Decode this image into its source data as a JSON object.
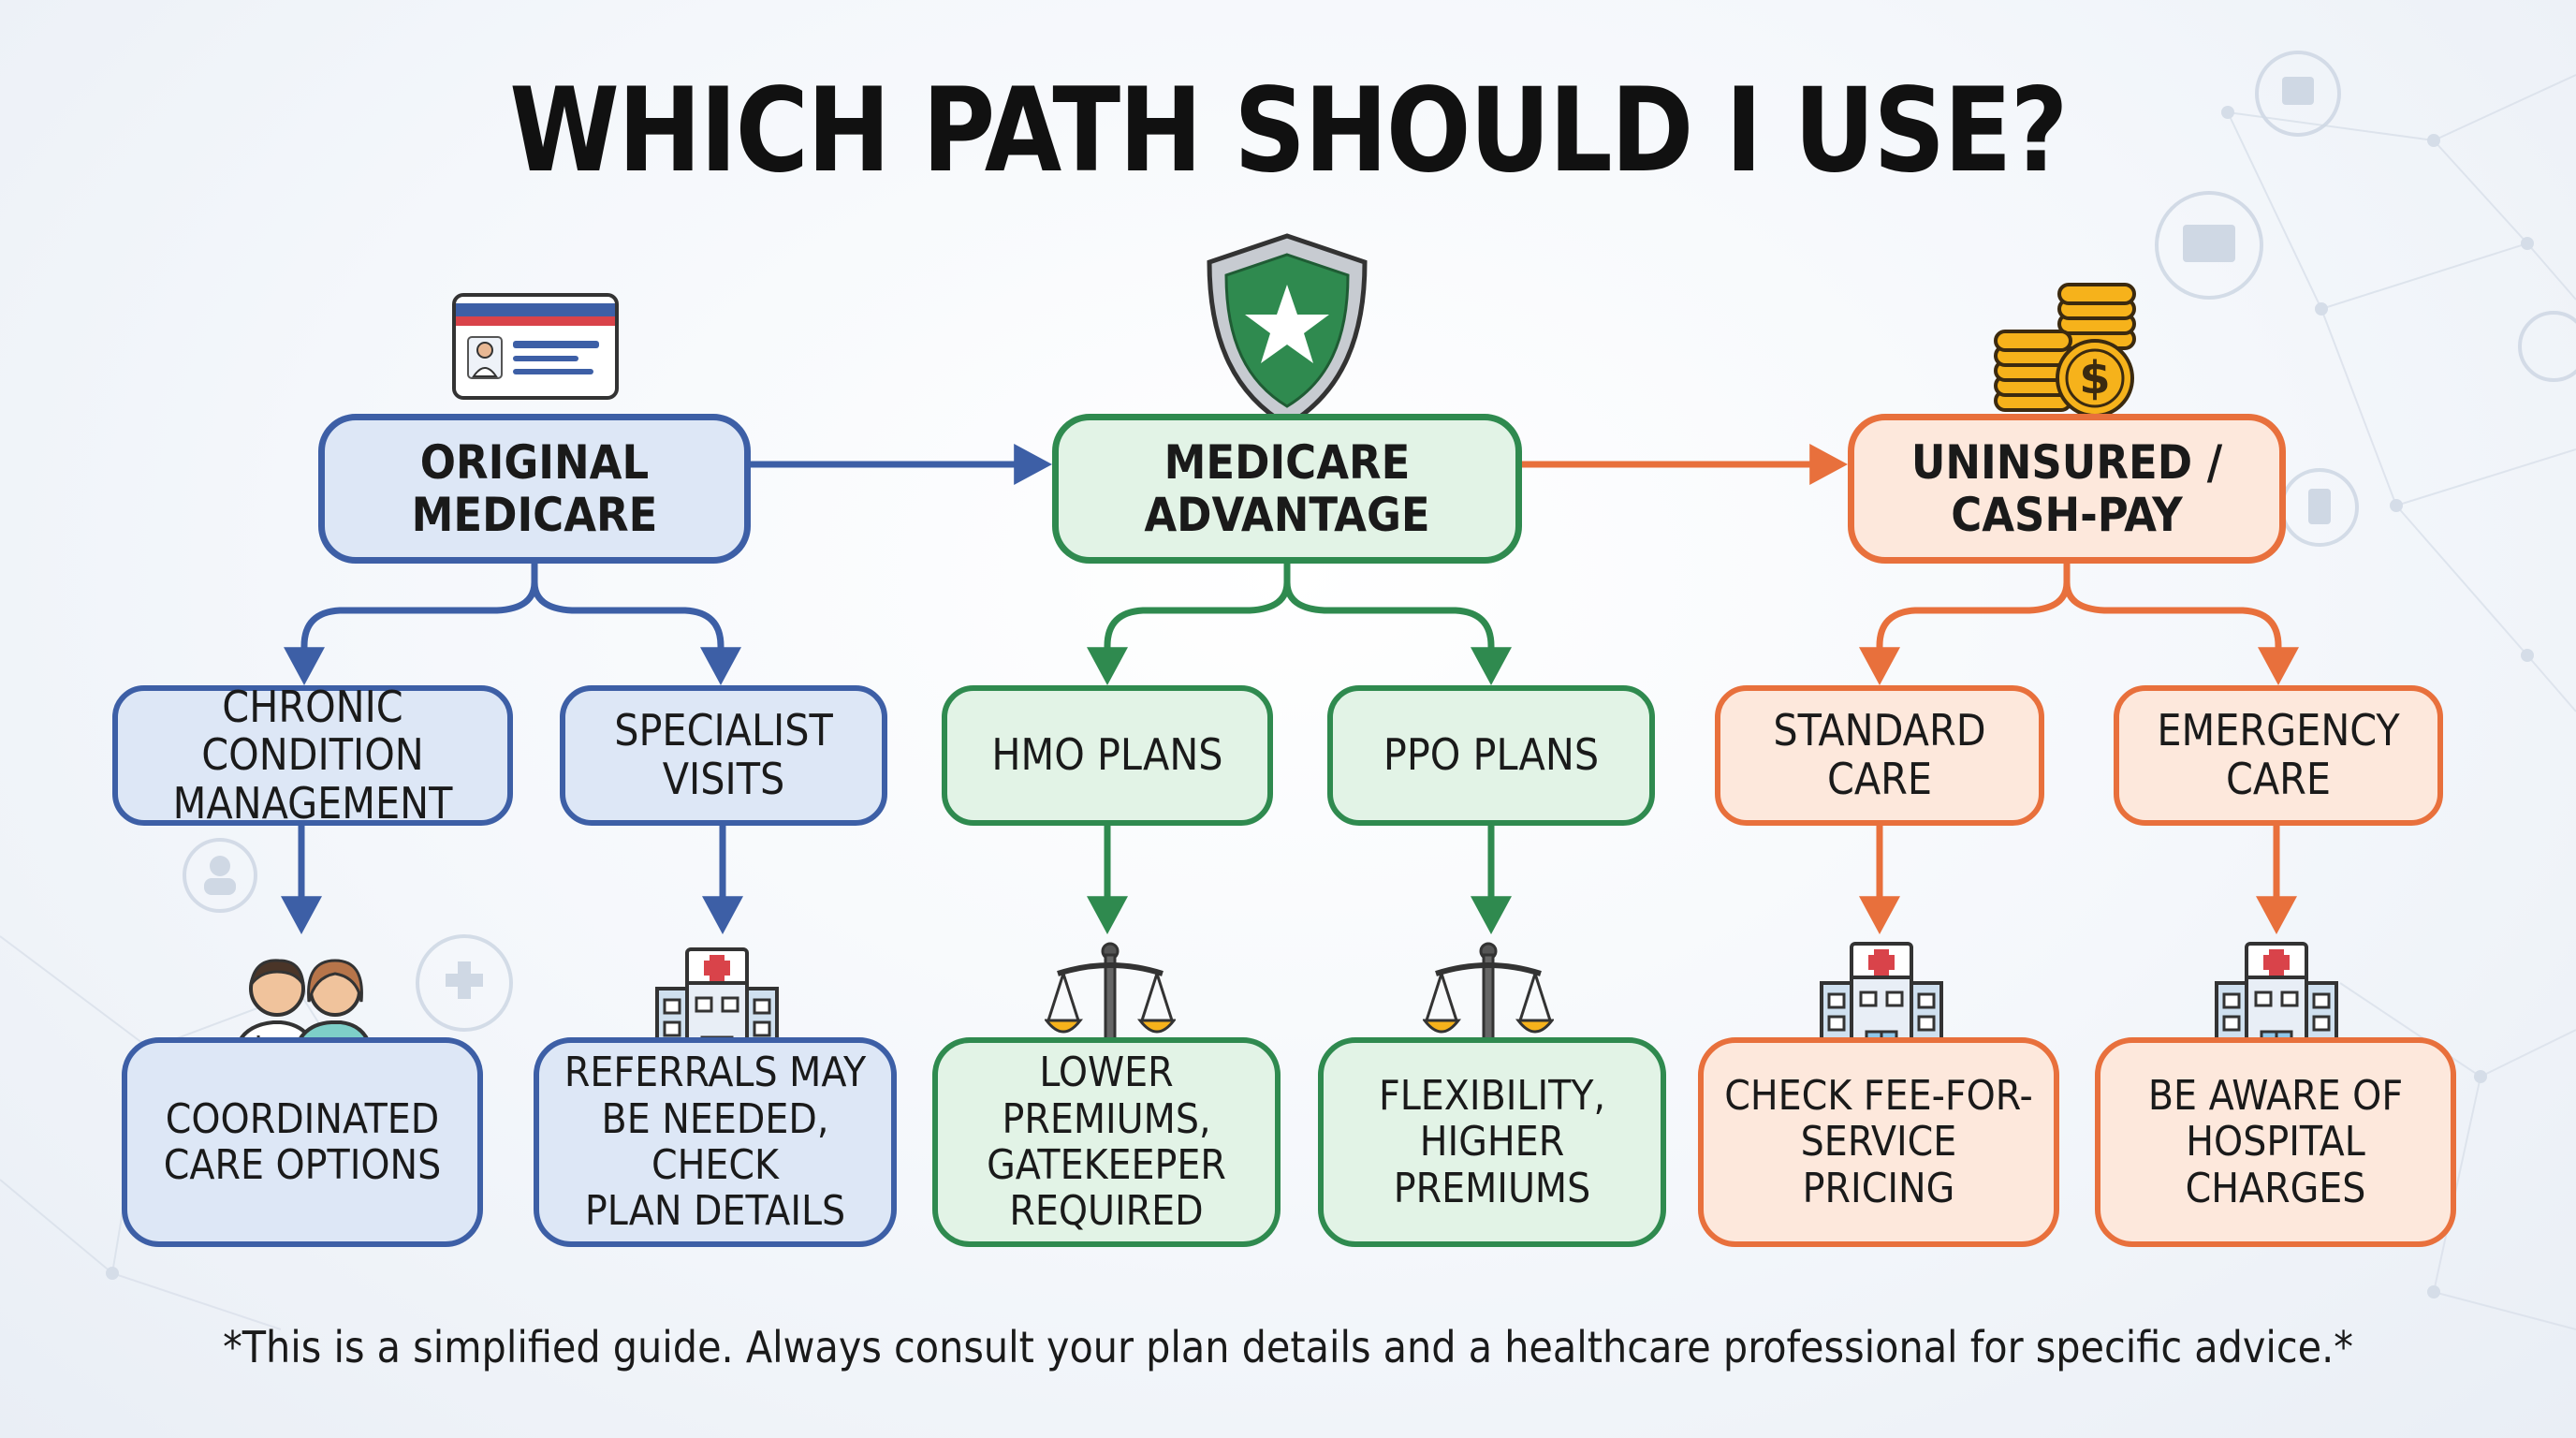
{
  "title": "WHICH PATH SHOULD I USE?",
  "paths": [
    {
      "id": "original-medicare",
      "label": "ORIGINAL\nMEDICARE",
      "color": "#3d5fa6",
      "icon": "medicare-card-icon",
      "branches": [
        {
          "label": "CHRONIC CONDITION\nMANAGEMENT",
          "icon": "care-team-icon",
          "outcome": "COORDINATED\nCARE OPTIONS"
        },
        {
          "label": "SPECIALIST\nVISITS",
          "icon": "hospital-icon",
          "outcome": "REFERRALS MAY\nBE NEEDED, CHECK\nPLAN DETAILS"
        }
      ]
    },
    {
      "id": "medicare-advantage",
      "label": "MEDICARE\nADVANTAGE",
      "color": "#2f8a4f",
      "icon": "shield-star-icon",
      "branches": [
        {
          "label": "HMO PLANS",
          "icon": "scales-icon",
          "outcome": "LOWER PREMIUMS,\nGATEKEEPER\nREQUIRED"
        },
        {
          "label": "PPO PLANS",
          "icon": "scales-icon",
          "outcome": "FLEXIBILITY,\nHIGHER\nPREMIUMS"
        }
      ]
    },
    {
      "id": "uninsured-cash-pay",
      "label": "UNINSURED /\nCASH-PAY",
      "color": "#e8703c",
      "icon": "coins-icon",
      "branches": [
        {
          "label": "STANDARD\nCARE",
          "icon": "hospital-icon",
          "outcome": "CHECK FEE-FOR-\nSERVICE\nPRICING"
        },
        {
          "label": "EMERGENCY\nCARE",
          "icon": "hospital-icon",
          "outcome": "BE AWARE OF\nHOSPITAL\nCHARGES"
        }
      ]
    }
  ],
  "footnote": "*This is a simplified guide. Always consult your plan details and a healthcare professional for specific advice.*"
}
